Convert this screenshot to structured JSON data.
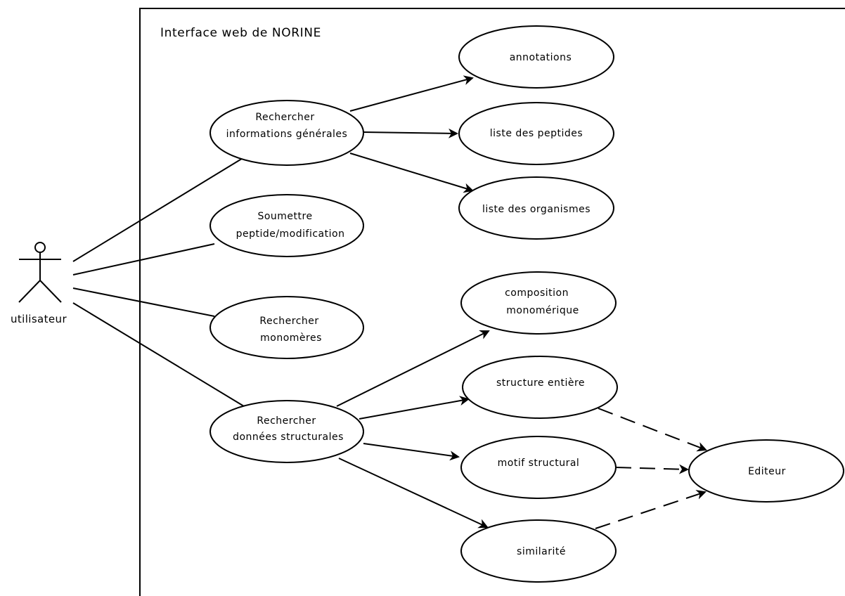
{
  "system": {
    "title": "Interface web de NORINE"
  },
  "actor": {
    "label": "utilisateur"
  },
  "use_cases": {
    "rechercher_infos": [
      "Rechercher",
      "informations générales"
    ],
    "soumettre": [
      "Soumettre",
      "peptide/modification"
    ],
    "rechercher_monomeres": [
      "Rechercher",
      "monomères"
    ],
    "rechercher_structurales": [
      "Rechercher",
      "données structurales"
    ],
    "annotations": [
      "annotations"
    ],
    "liste_peptides": [
      "liste des peptides"
    ],
    "liste_organismes": [
      "liste des organismes"
    ],
    "composition": [
      "composition",
      "monomérique"
    ],
    "structure_entiere": [
      "structure entière"
    ],
    "motif_structural": [
      "motif structural"
    ],
    "similarite": [
      "similarité"
    ]
  },
  "external": {
    "editeur": "Editeur"
  }
}
